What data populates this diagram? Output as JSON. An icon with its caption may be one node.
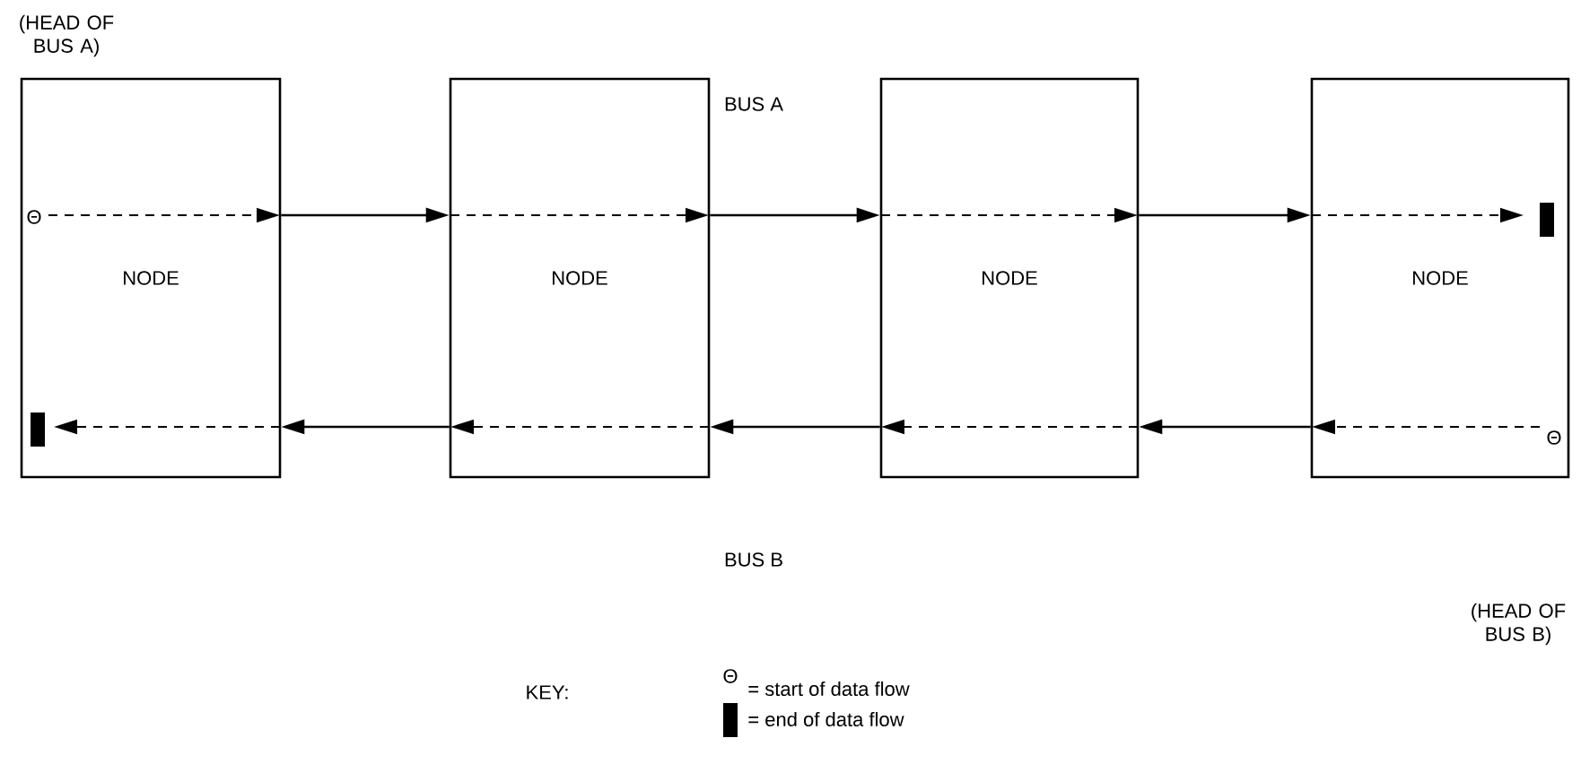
{
  "diagram": {
    "nodes": [
      {
        "text": [
          "NODE"
        ]
      },
      {
        "text": [
          "NODE"
        ]
      },
      {
        "text": [
          "NODE"
        ]
      },
      {
        "text": [
          "NODE"
        ]
      }
    ],
    "edges": [
      {
        "from": 0,
        "to": 1,
        "arrow": "to"
      },
      {
        "from": 1,
        "to": 2,
        "arrow": "to"
      },
      {
        "from": 2,
        "to": 3,
        "arrow": "to"
      },
      {
        "from": 3,
        "to": 2,
        "arrow": "to"
      },
      {
        "from": 2,
        "to": 1,
        "arrow": "to"
      },
      {
        "from": 1,
        "to": 0,
        "arrow": "to"
      }
    ],
    "labels": [
      "(HEAD OF BUS A)",
      "BUS A",
      "Θ",
      "Θ",
      "BUS B",
      "(HEAD OF BUS B)",
      "KEY:",
      "Θ"
    ],
    "legend": [
      {
        "text": "= start of data flow"
      },
      {
        "text": "= end of data flow"
      }
    ]
  }
}
